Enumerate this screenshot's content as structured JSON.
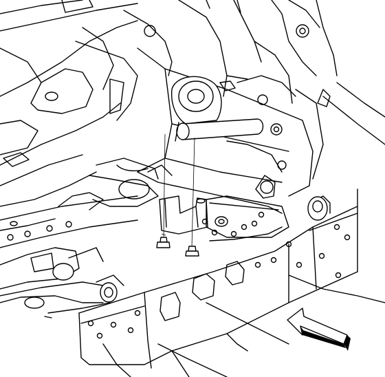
{
  "illustration": {
    "kind": "line-drawing",
    "colors": {
      "line": "#000000",
      "background": "#ffffff"
    },
    "parts": [
      {
        "id": "frame-rail",
        "icon": "frame-rail-icon"
      },
      {
        "id": "crossmember",
        "icon": "crossmember-icon"
      },
      {
        "id": "mount-bracket",
        "icon": "bracket-icon"
      },
      {
        "id": "bushing",
        "icon": "bushing-icon"
      },
      {
        "id": "bolt-left",
        "icon": "bolt-icon"
      },
      {
        "id": "bolt-right",
        "icon": "bolt-icon"
      },
      {
        "id": "direction-arrow",
        "icon": "arrow-icon"
      }
    ]
  }
}
